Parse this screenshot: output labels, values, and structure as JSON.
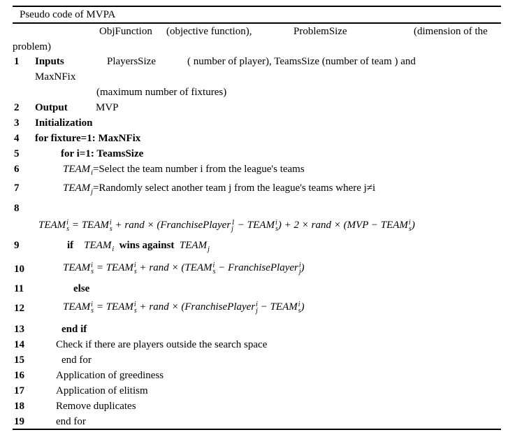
{
  "header": {
    "title": "Pseudo code of MVPA"
  },
  "inputs_desc": {
    "objfunction": "ObjFunction",
    "objfunction_desc": "(objective function),",
    "problemsize": "ProblemSize",
    "problemsize_desc": "(dimension of the",
    "problemsize_cont": "problem)"
  },
  "lines": [
    {
      "n": "1",
      "kw": "Inputs",
      "a": "PlayersSize",
      "b": "( number of player), TeamsSize (number of team ) and",
      "c": "MaxNFix",
      "d": "(maximum number of fixtures)"
    },
    {
      "n": "2",
      "kw": "Output",
      "a": "MVP"
    },
    {
      "n": "3",
      "kw": "Initialization"
    },
    {
      "n": "4",
      "kw": "for fixture=1: MaxNFix"
    },
    {
      "n": "5",
      "kw": "for i=1: TeamsSize"
    },
    {
      "n": "6",
      "text": "=Select the team number i from the league's teams"
    },
    {
      "n": "7",
      "text": "=Randomly select another team j from the league's teams where j≠i"
    },
    {
      "n": "8"
    },
    {
      "n": "9",
      "kw": "if",
      "kw2": "wins against"
    },
    {
      "n": "10"
    },
    {
      "n": "11",
      "kw": "else"
    },
    {
      "n": "12"
    },
    {
      "n": "13",
      "kw": "end if"
    },
    {
      "n": "14",
      "text": "Check if there are players outside the search space"
    },
    {
      "n": "15",
      "text": "end for"
    },
    {
      "n": "16",
      "text": "Application of greediness"
    },
    {
      "n": "17",
      "text": "Application of elitism"
    },
    {
      "n": "18",
      "text": "Remove duplicates"
    },
    {
      "n": "19",
      "text": "end for"
    }
  ],
  "formulas": {
    "team_i": [
      {
        "b": "TEAM",
        "sub": "i"
      }
    ],
    "team_j": [
      {
        "b": "TEAM",
        "sub": "j"
      }
    ],
    "eq8": [
      {
        "b": "TEAM",
        "sup": "i",
        "sub": "s"
      },
      " = ",
      {
        "b": "TEAM",
        "sup": "i",
        "sub": "s"
      },
      " + rand × (",
      {
        "b": "FranchisePlayer",
        "sup": "1",
        "sub": "j"
      },
      " − ",
      {
        "b": "TEAM",
        "sup": "i",
        "sub": "s"
      },
      ") + 2 × rand × (MVP − ",
      {
        "b": "TEAM",
        "sup": "i",
        "sub": "s"
      },
      ")"
    ],
    "eq10": [
      {
        "b": "TEAM",
        "sup": "i",
        "sub": "s"
      },
      " = ",
      {
        "b": "TEAM",
        "sup": "i",
        "sub": "s"
      },
      " + rand × (",
      {
        "b": "TEAM",
        "sup": "i",
        "sub": "s"
      },
      " − ",
      {
        "b": "FranchisePlayer",
        "sup": "i",
        "sub": "j"
      },
      ")"
    ],
    "eq12": [
      {
        "b": "TEAM",
        "sup": "i",
        "sub": "s"
      },
      " = ",
      {
        "b": "TEAM",
        "sup": "i",
        "sub": "s"
      },
      " + rand × (",
      {
        "b": "FranchisePlayer",
        "sup": "i",
        "sub": "j"
      },
      " − ",
      {
        "b": "TEAM",
        "sup": "i",
        "sub": "s"
      },
      ")"
    ]
  }
}
